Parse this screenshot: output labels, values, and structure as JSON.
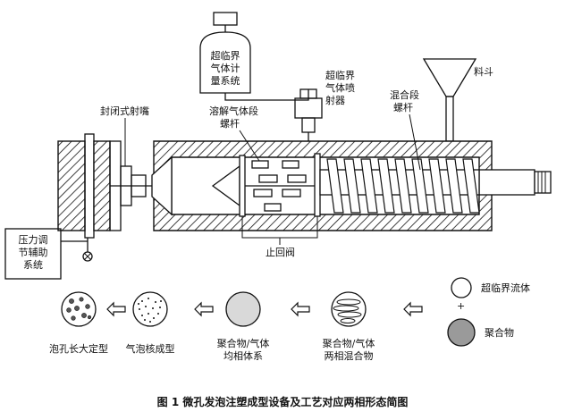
{
  "labels": {
    "gas_tank": [
      "超临界",
      "气体计",
      "量系统"
    ],
    "injector": [
      "超临界",
      "气体喷",
      "射器"
    ],
    "hopper": "料斗",
    "mixing_screw": [
      "混合段",
      "螺杆"
    ],
    "dissolving_screw": [
      "溶解气体段",
      "螺杆"
    ],
    "nozzle": "封闭式射嘴",
    "check_valve": "止回阀",
    "pressure_system": [
      "压力调",
      "节辅助",
      "系统"
    ]
  },
  "morphology": {
    "supercritical_fluid": "超临界流体",
    "plus_sign": "+",
    "polymer": "聚合物",
    "two_phase": [
      "聚合物/气体",
      "两相混合物"
    ],
    "homogeneous": [
      "聚合物/气体",
      "均相体系"
    ],
    "nucleation": "气泡核成型",
    "growth": "泡孔长大定型"
  },
  "caption": "图 1 微孔发泡注塑成型设备及工艺对应两相形态简图",
  "colors": {
    "ink": "#111111",
    "polymer_fill": "#9a9a9a",
    "homogeneous_fill": "#d9d9d9",
    "background": "#ffffff"
  }
}
